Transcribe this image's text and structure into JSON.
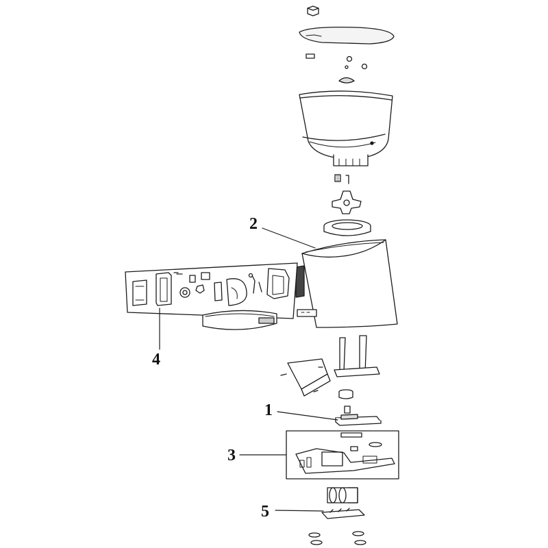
{
  "diagram": {
    "callouts": [
      {
        "id": "2",
        "label": "2"
      },
      {
        "id": "4",
        "label": "4"
      },
      {
        "id": "1",
        "label": "1"
      },
      {
        "id": "3",
        "label": "3"
      },
      {
        "id": "5",
        "label": "5"
      }
    ]
  },
  "colors": {
    "stroke": "#1a1a1a",
    "fill": "#ffffff",
    "shade": "#d9d9d9",
    "dark": "#555555"
  }
}
